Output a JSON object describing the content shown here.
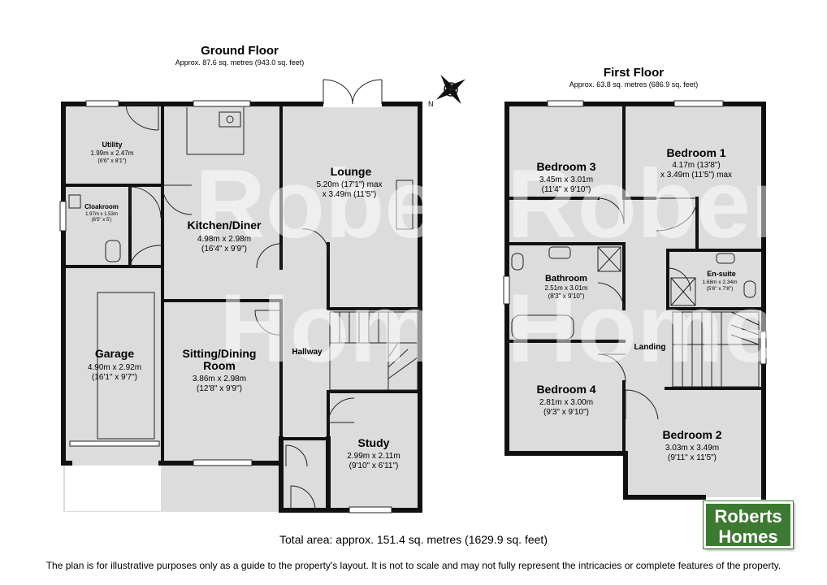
{
  "ground_floor": {
    "title": "Ground Floor",
    "area": "Approx. 87.6 sq. metres (943.0 sq. feet)",
    "rooms": [
      {
        "name": "Utility",
        "dims": [
          "1.99m x 2.47m",
          "(6'6\" x 8'1\")"
        ]
      },
      {
        "name": "Cloakroom",
        "dims": [
          "1.97m x 1.53m",
          "(6'5\" x 5')"
        ]
      },
      {
        "name": "Kitchen/Diner",
        "dims": [
          "4.98m x 2.98m",
          "(16'4\" x 9'9\")"
        ]
      },
      {
        "name": "Lounge",
        "dims": [
          "5.20m (17'1\") max",
          "x 3.49m (11'5\")"
        ]
      },
      {
        "name": "Garage",
        "dims": [
          "4.90m x 2.92m",
          "(16'1\" x 9'7\")"
        ]
      },
      {
        "name_lines": [
          "Sitting/Dining",
          "Room"
        ],
        "dims": [
          "3.86m x 2.98m",
          "(12'8\" x 9'9\")"
        ]
      },
      {
        "name": "Hallway"
      },
      {
        "name": "Study",
        "dims": [
          "2.99m x 2.11m",
          "(9'10\" x 6'11\")"
        ]
      }
    ]
  },
  "first_floor": {
    "title": "First Floor",
    "area": "Approx. 63.8 sq. metres (686.9 sq. feet)",
    "rooms": [
      {
        "name": "Bedroom 3",
        "dims": [
          "3.45m x 3.01m",
          "(11'4\" x 9'10\")"
        ]
      },
      {
        "name": "Bedroom 1",
        "dims": [
          "4.17m (13'8\")",
          "x 3.49m (11'5\") max"
        ]
      },
      {
        "name": "Bathroom",
        "dims": [
          "2.51m x 3.01m",
          "(8'3\" x 9'10\")"
        ]
      },
      {
        "name": "En-suite",
        "dims": [
          "1.68m x 2.34m",
          "(5'6\" x 7'8\")"
        ]
      },
      {
        "name": "Landing"
      },
      {
        "name": "Bedroom 4",
        "dims": [
          "2.81m x 3.00m",
          "(9'3\" x 9'10\")"
        ]
      },
      {
        "name": "Bedroom 2",
        "dims": [
          "3.03m x 3.49m",
          "(9'11\" x 11'5\")"
        ]
      }
    ]
  },
  "compass": {
    "label": "N",
    "icon": "compass-rose-icon"
  },
  "watermark": {
    "line1": "Roberts",
    "line2": "Homes"
  },
  "logo": {
    "line1": "Roberts",
    "line2": "Homes",
    "color": "#3d7a31"
  },
  "total_area": "Total area: approx. 151.4 sq. metres (1629.9 sq. feet)",
  "disclaimer": "The plan is for illustrative purposes only as a guide to the property's layout. It is not to scale and may not fully represent the intricacies or complete features of the property."
}
